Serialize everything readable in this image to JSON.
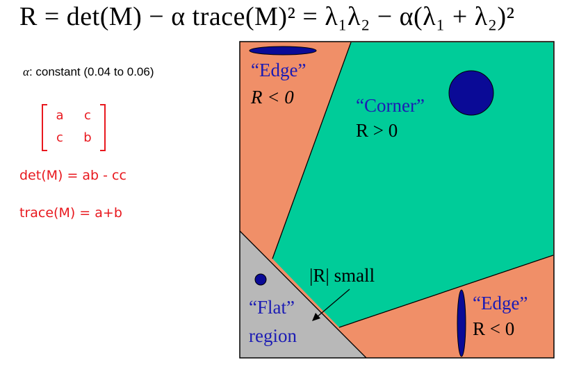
{
  "formula": "R = det(M) − α trace(M)² = λ₁λ₂ − α(λ₁ + λ₂)²",
  "alpha_note": {
    "symbol": "α",
    "text": ": constant (0.04 to 0.06)"
  },
  "matrix": {
    "r1c1": "a",
    "r1c2": "c",
    "r2c1": "c",
    "r2c2": "b"
  },
  "det_text": "det(M) = ab - cc",
  "trace_text": "trace(M) = a+b",
  "regions": {
    "edge_top": {
      "quote": "“Edge”",
      "cond": "R < 0"
    },
    "corner": {
      "quote": "“Corner”",
      "cond": "R > 0"
    },
    "flat": {
      "quote": "“Flat”",
      "word": "region"
    },
    "edge_bottom": {
      "quote": "“Edge”",
      "cond": "R < 0"
    },
    "small": "|R| small"
  },
  "colors": {
    "orange": "#f08f68",
    "green": "#00cc99",
    "gray": "#b8b8b8",
    "navy": "#0a0a96",
    "blue_text": "#1c1cb4",
    "red": "#e8181e"
  }
}
